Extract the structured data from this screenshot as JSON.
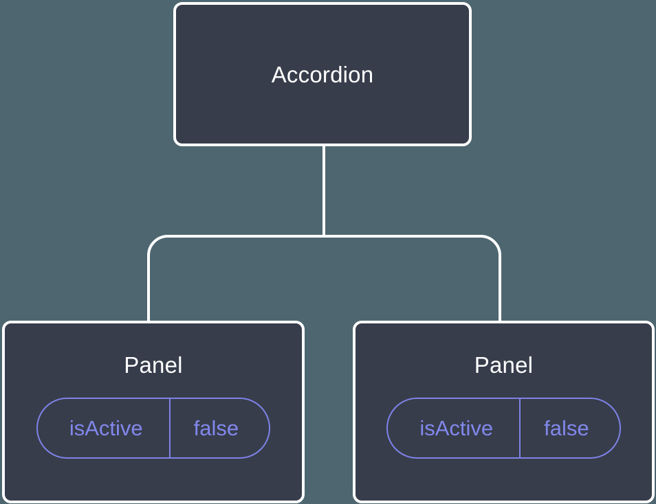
{
  "diagram": {
    "type": "component-tree",
    "background_color": "#4E6670",
    "node_fill_color": "#373D4B",
    "node_border_color": "#FFFFFF",
    "edge_color": "#FFFFFF",
    "accent_color": "#8288EC",
    "root": {
      "label": "Accordion"
    },
    "children": [
      {
        "label": "Panel",
        "prop": {
          "key": "isActive",
          "value": "false"
        }
      },
      {
        "label": "Panel",
        "prop": {
          "key": "isActive",
          "value": "false"
        }
      }
    ]
  }
}
